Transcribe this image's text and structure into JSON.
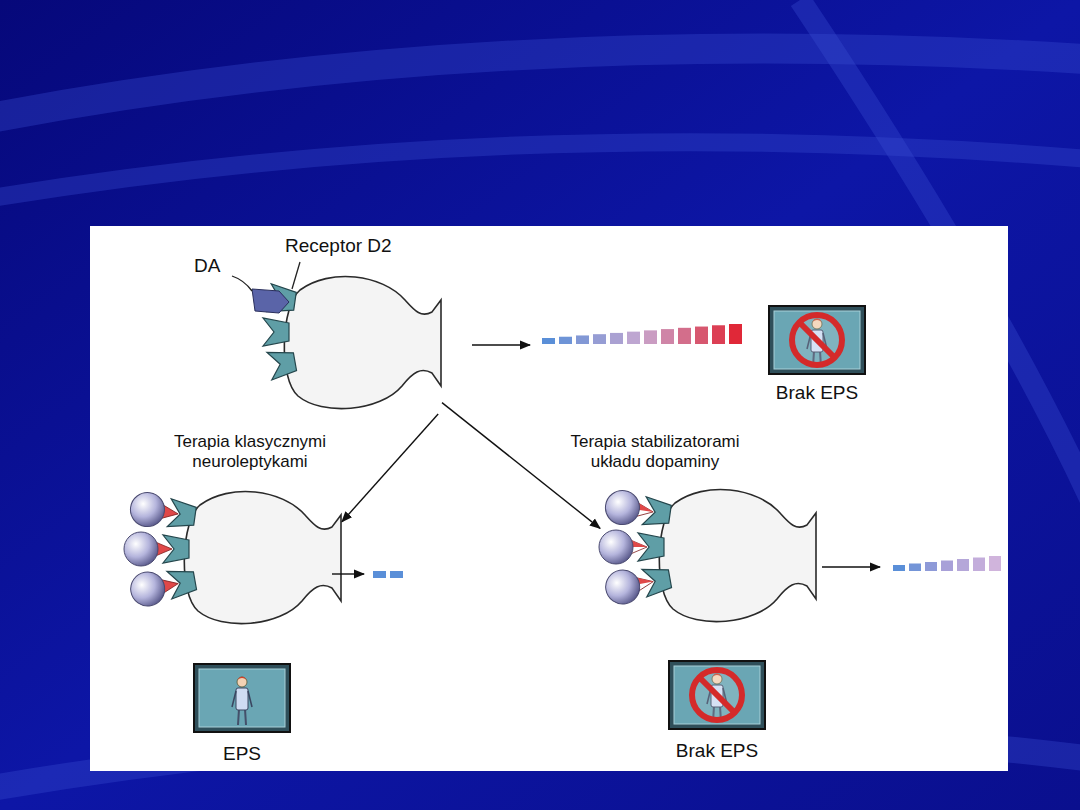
{
  "diagram": {
    "nodes": [
      {
        "text": [
          "Receptor D2",
          "DA"
        ]
      },
      {
        "text": [
          "Brak EPS"
        ]
      },
      {
        "text": [
          "Terapia klasycznymi neuroleptykami"
        ]
      },
      {
        "text": [
          "Terapia stabilizatorami układu dopaminy"
        ]
      },
      {
        "text": [
          "EPS"
        ]
      },
      {
        "text": [
          "Brak EPS"
        ]
      }
    ],
    "edges": [
      {
        "from": 0,
        "to": 2,
        "arrow": "to"
      },
      {
        "from": 0,
        "to": 3,
        "arrow": "to"
      }
    ]
  }
}
